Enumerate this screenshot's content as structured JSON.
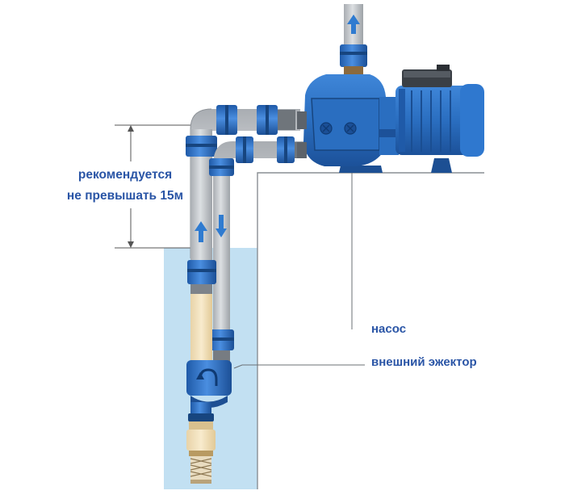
{
  "labels": {
    "depth_line1": "рекомендуется",
    "depth_line2": "не превышать 15м",
    "pump": "насос",
    "ejector": "внешний эжектор"
  },
  "colors": {
    "water": "#c9e4f4",
    "pipe": "#c8cbcf",
    "coupling": "#2f6fc2",
    "pump_body": "#2b6dbf",
    "arrow": "#2f7bd0",
    "label": "#2a55a6",
    "ground_line": "#8a8f94"
  },
  "icons": {
    "flow_up": "arrow-up-icon",
    "flow_down": "arrow-down-icon"
  }
}
